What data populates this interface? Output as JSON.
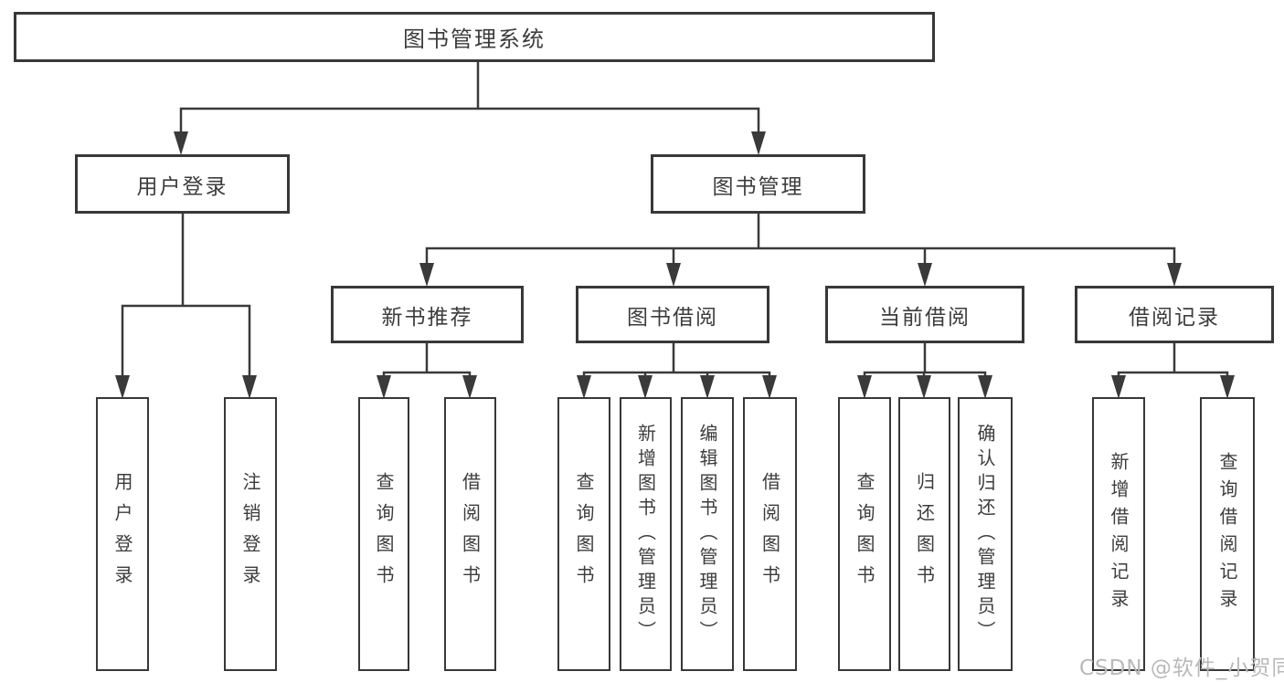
{
  "diagram": {
    "type": "hierarchy-tree",
    "title": "图书管理系统",
    "nodes": {
      "root": {
        "label": "图书管理系统"
      },
      "user_login": {
        "label": "用户登录"
      },
      "book_mgmt": {
        "label": "图书管理"
      },
      "new_book_rec": {
        "label": "新书推荐"
      },
      "book_borrow": {
        "label": "图书借阅"
      },
      "current_borrow": {
        "label": "当前借阅"
      },
      "borrow_records": {
        "label": "借阅记录"
      },
      "leaf_user_login": {
        "label": "用户登录"
      },
      "leaf_logout": {
        "label": "注销登录"
      },
      "leaf_query_book_a": {
        "label": "查询图书"
      },
      "leaf_borrow_book_a": {
        "label": "借阅图书"
      },
      "leaf_query_book_b": {
        "label": "查询图书"
      },
      "leaf_add_book": {
        "label": "新增图书（管理员）"
      },
      "leaf_edit_book": {
        "label": "编辑图书（管理员）"
      },
      "leaf_borrow_book_b": {
        "label": "借阅图书"
      },
      "leaf_query_book_c": {
        "label": "查询图书"
      },
      "leaf_return_book": {
        "label": "归还图书"
      },
      "leaf_confirm_return": {
        "label": "确认归还（管理员）"
      },
      "leaf_add_record": {
        "label": "新增借阅记录"
      },
      "leaf_query_record": {
        "label": "查询借阅记录"
      }
    },
    "hierarchy": {
      "图书管理系统": {
        "用户登录": [
          "用户登录",
          "注销登录"
        ],
        "图书管理": {
          "新书推荐": [
            "查询图书",
            "借阅图书"
          ],
          "图书借阅": [
            "查询图书",
            "新增图书（管理员）",
            "编辑图书（管理员）",
            "借阅图书"
          ],
          "当前借阅": [
            "查询图书",
            "归还图书",
            "确认归还（管理员）"
          ],
          "借阅记录": [
            "新增借阅记录",
            "查询借阅记录"
          ]
        }
      }
    },
    "colors": {
      "line": "#3a3a3a",
      "box-border": "#383838",
      "box-bg": "#ffffff",
      "text": "#3c3c3c",
      "watermark": "#b9b9b9"
    },
    "watermark": "CSDN @软件_小贺同学"
  }
}
